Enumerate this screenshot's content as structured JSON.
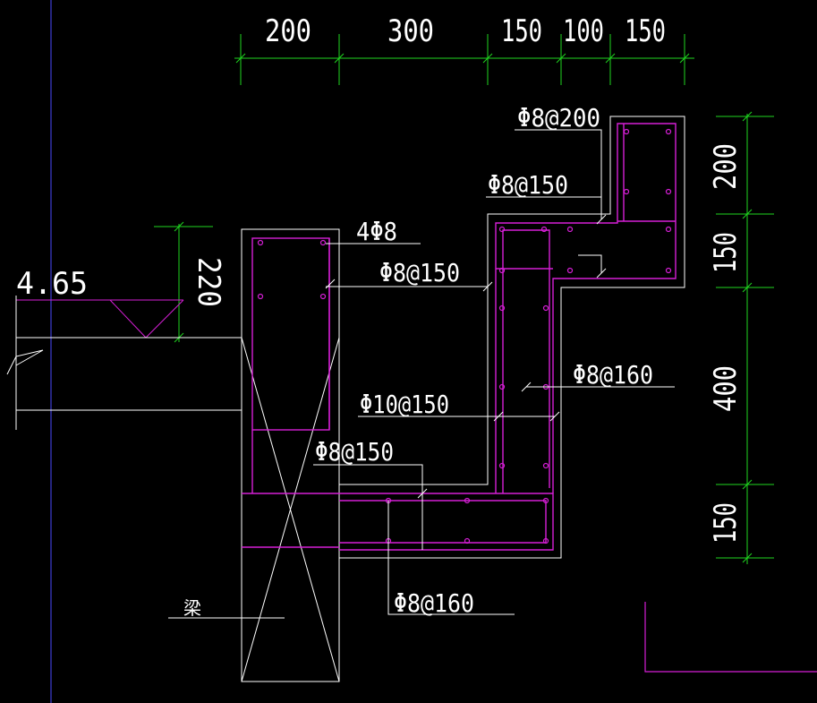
{
  "colors": {
    "background": "#000000",
    "outline": "#ffffff",
    "rebar": "#d61fd6",
    "dimension": "#1fd61f",
    "grid_line": "#4a4aff"
  },
  "top_dimensions": [
    "200",
    "300",
    "150",
    "100",
    "150"
  ],
  "right_dimensions": [
    "200",
    "150",
    "400",
    "150"
  ],
  "elevation": {
    "value": "4.65",
    "height": "220"
  },
  "rebar_labels": {
    "corner_bars": "4Φ8",
    "stirrup_top": "Φ8@200",
    "stirrup_upper": "Φ8@150",
    "stirrup_mid": "Φ8@150",
    "stirrup_right": "Φ8@160",
    "main_bar": "Φ10@150",
    "stirrup_lower": "Φ8@150",
    "stirrup_bottom": "Φ8@160"
  },
  "beam_label": "梁"
}
